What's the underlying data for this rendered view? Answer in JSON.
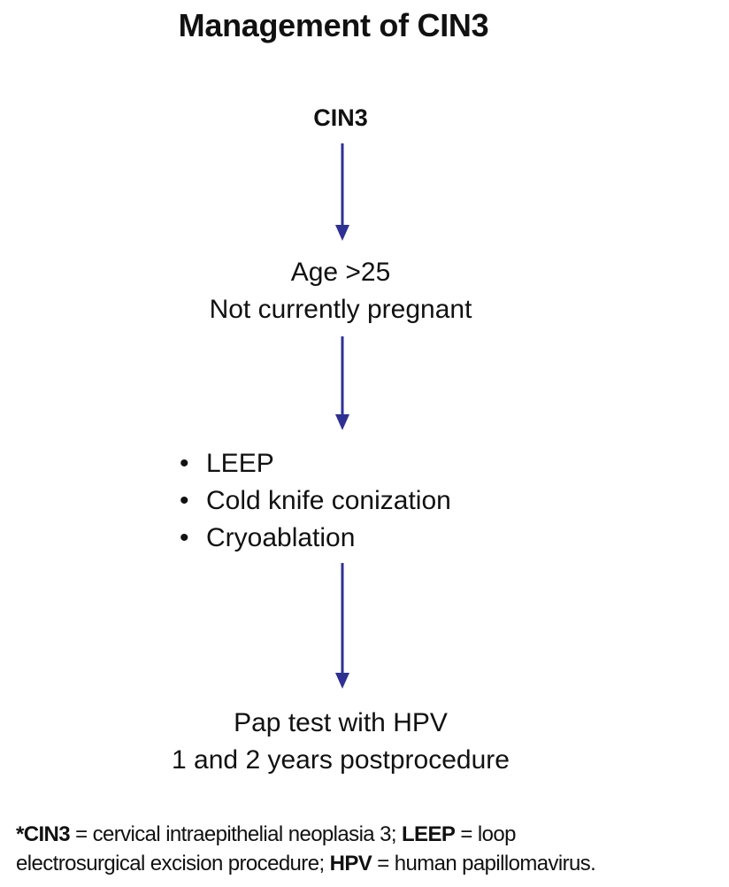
{
  "diagram": {
    "title": "Management of CIN3",
    "start_node": "CIN3",
    "criteria": {
      "line1": "Age >25",
      "line2": "Not currently pregnant"
    },
    "treatments": [
      {
        "bullet": "•",
        "label": "LEEP"
      },
      {
        "bullet": "•",
        "label": "Cold knife conization"
      },
      {
        "bullet": "•",
        "label": "Cryoablation"
      }
    ],
    "followup": {
      "line1": "Pap test with HPV",
      "line2": "1 and 2 years postprocedure"
    },
    "arrow_color": "#2e3192"
  },
  "footnote": {
    "abbr1": "*CIN3",
    "def1": " = cervical intraepithelial neoplasia 3; ",
    "abbr2": "LEEP",
    "def2": " = loop",
    "def2_cont": "electrosurgical excision procedure; ",
    "abbr3": "HPV",
    "def3": " = human papillomavirus."
  }
}
